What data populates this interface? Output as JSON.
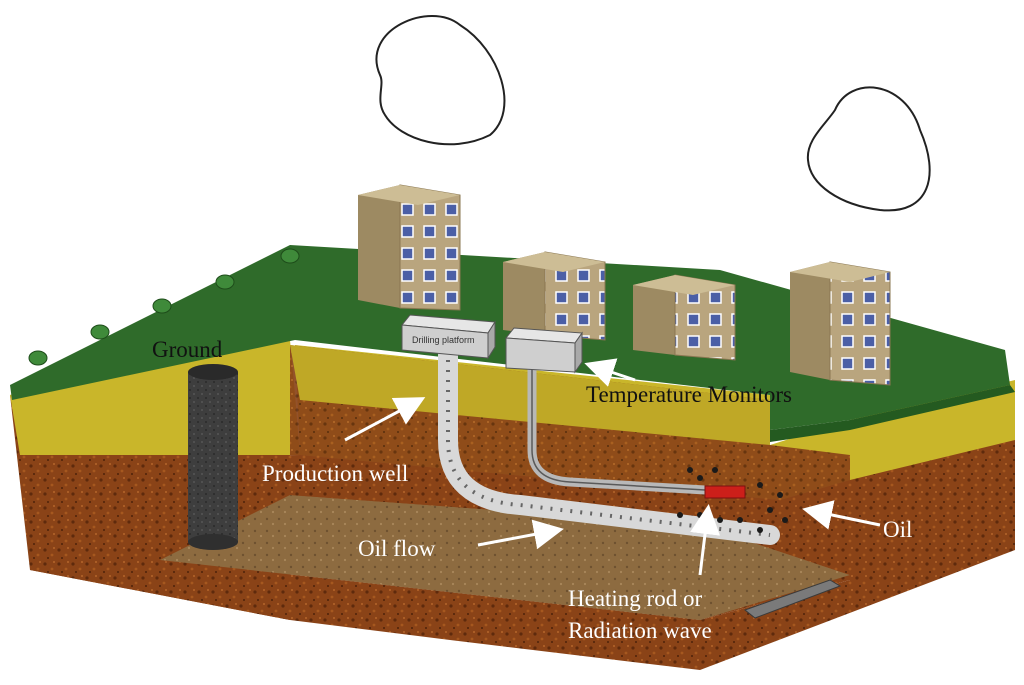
{
  "labels": {
    "ground": "Ground",
    "temperature_monitors": "Temperature Monitors",
    "production_well": "Production well",
    "oil_flow": "Oil flow",
    "oil": "Oil",
    "heating_line1": "Heating rod or",
    "heating_line2": "Radiation wave"
  },
  "box_tag": "Drilling platform",
  "colors": {
    "grass": "#2f6b2a",
    "sand": "#c9b62a",
    "soil": "#8a4317",
    "cavity": "#8b6a3e",
    "building": "#b9a57e",
    "heater": "#cc1f1a"
  },
  "icons": [
    "cloud-icon",
    "building-icon",
    "tree-icon",
    "arrow-icon"
  ]
}
